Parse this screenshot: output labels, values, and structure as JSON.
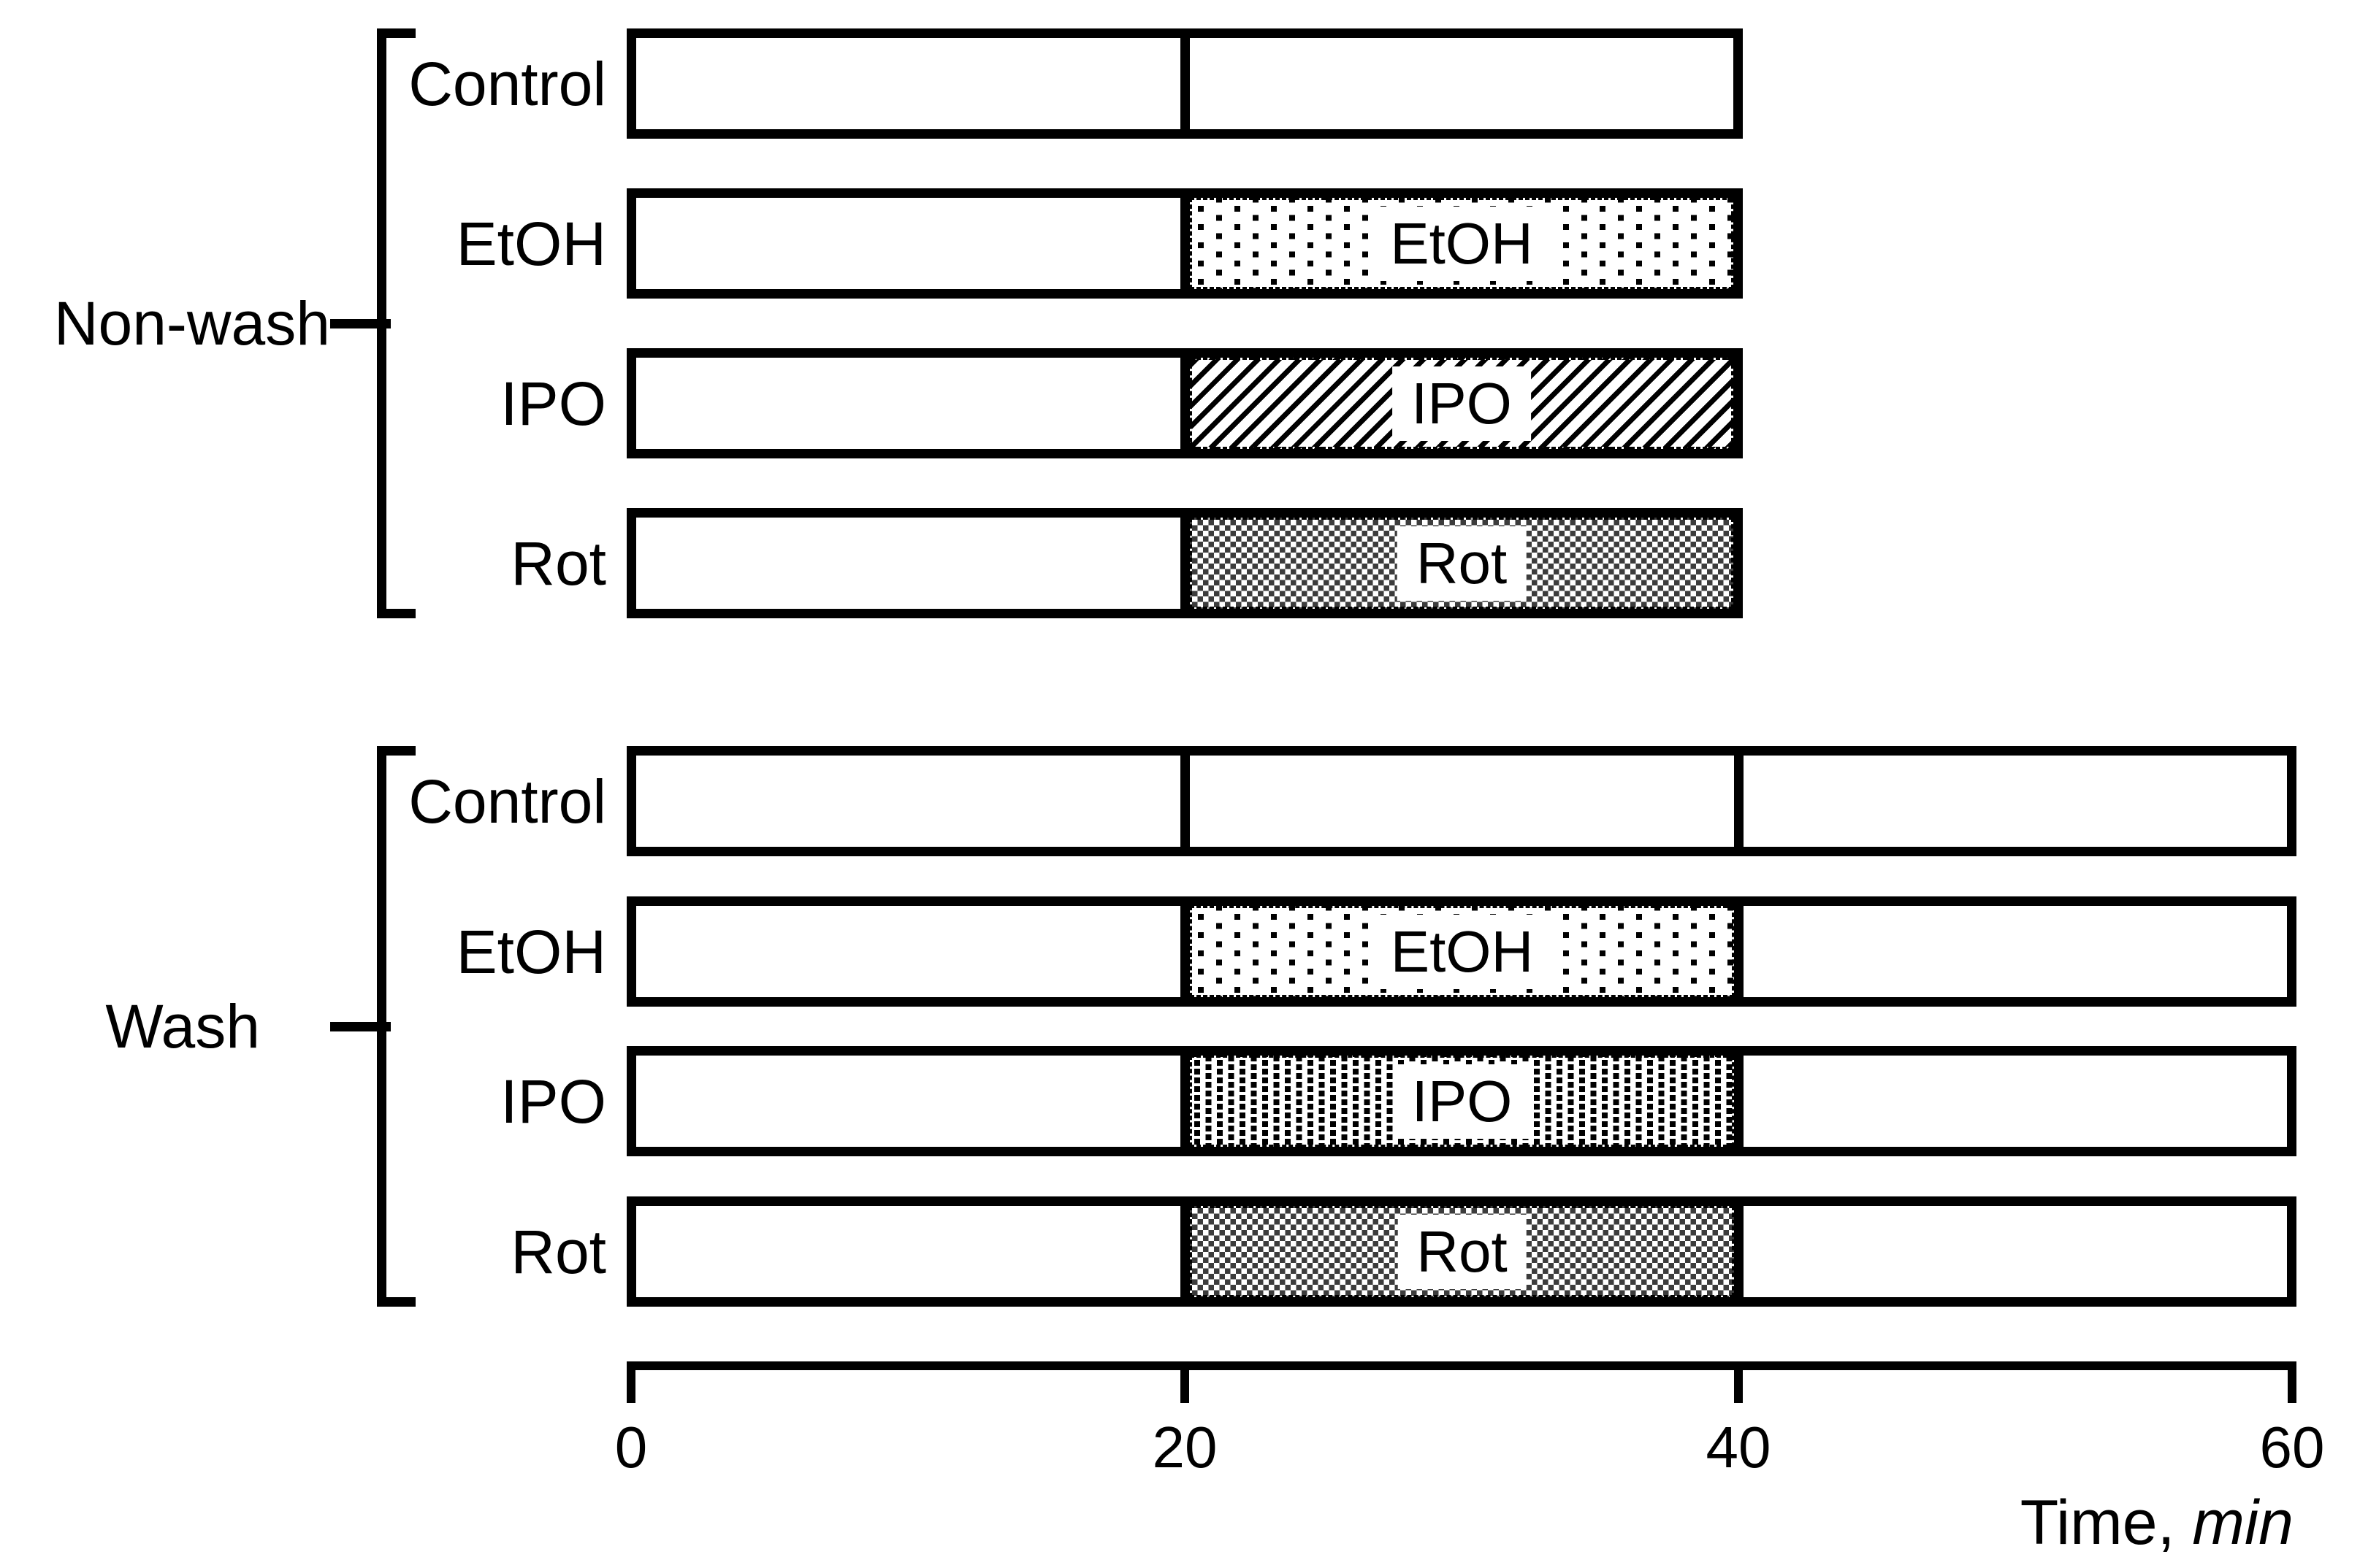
{
  "chart_data": {
    "type": "bar",
    "subtype": "gantt-protocol-timeline",
    "title": "",
    "xlabel": "Time, min",
    "xlabel_prefix": "Time, ",
    "xlabel_unit": "min",
    "xlim": [
      0,
      60
    ],
    "x_ticks": [
      "0",
      "20",
      "40",
      "60"
    ],
    "grid": false,
    "groups": [
      {
        "label": "Non-wash",
        "rows": [
          {
            "label": "Control",
            "bar_span_min": [
              0,
              40
            ],
            "section_marks_min": [
              20
            ],
            "treatment": null
          },
          {
            "label": "EtOH",
            "bar_span_min": [
              0,
              40
            ],
            "section_marks_min": [
              20
            ],
            "treatment": {
              "name": "EtOH",
              "span_min": [
                20,
                40
              ],
              "pattern": "sparse-dots"
            }
          },
          {
            "label": "IPO",
            "bar_span_min": [
              0,
              40
            ],
            "section_marks_min": [
              20
            ],
            "treatment": {
              "name": "IPO",
              "span_min": [
                20,
                40
              ],
              "pattern": "diagonal-hatch"
            }
          },
          {
            "label": "Rot",
            "bar_span_min": [
              0,
              40
            ],
            "section_marks_min": [
              20
            ],
            "treatment": {
              "name": "Rot",
              "span_min": [
                20,
                40
              ],
              "pattern": "checkerboard"
            }
          }
        ]
      },
      {
        "label": "Wash",
        "rows": [
          {
            "label": "Control",
            "bar_span_min": [
              0,
              60
            ],
            "section_marks_min": [
              20,
              40
            ],
            "treatment": null
          },
          {
            "label": "EtOH",
            "bar_span_min": [
              0,
              60
            ],
            "section_marks_min": [
              20,
              40
            ],
            "treatment": {
              "name": "EtOH",
              "span_min": [
                20,
                40
              ],
              "pattern": "sparse-dots"
            }
          },
          {
            "label": "IPO",
            "bar_span_min": [
              0,
              60
            ],
            "section_marks_min": [
              20,
              40
            ],
            "treatment": {
              "name": "IPO",
              "span_min": [
                20,
                40
              ],
              "pattern": "dense-dots"
            }
          },
          {
            "label": "Rot",
            "bar_span_min": [
              0,
              60
            ],
            "section_marks_min": [
              20,
              40
            ],
            "treatment": {
              "name": "Rot",
              "span_min": [
                20,
                40
              ],
              "pattern": "checkerboard"
            }
          }
        ]
      }
    ],
    "colors": {
      "line": "#000000",
      "background": "#ffffff",
      "checker_gray": "#3c3c3c"
    }
  }
}
